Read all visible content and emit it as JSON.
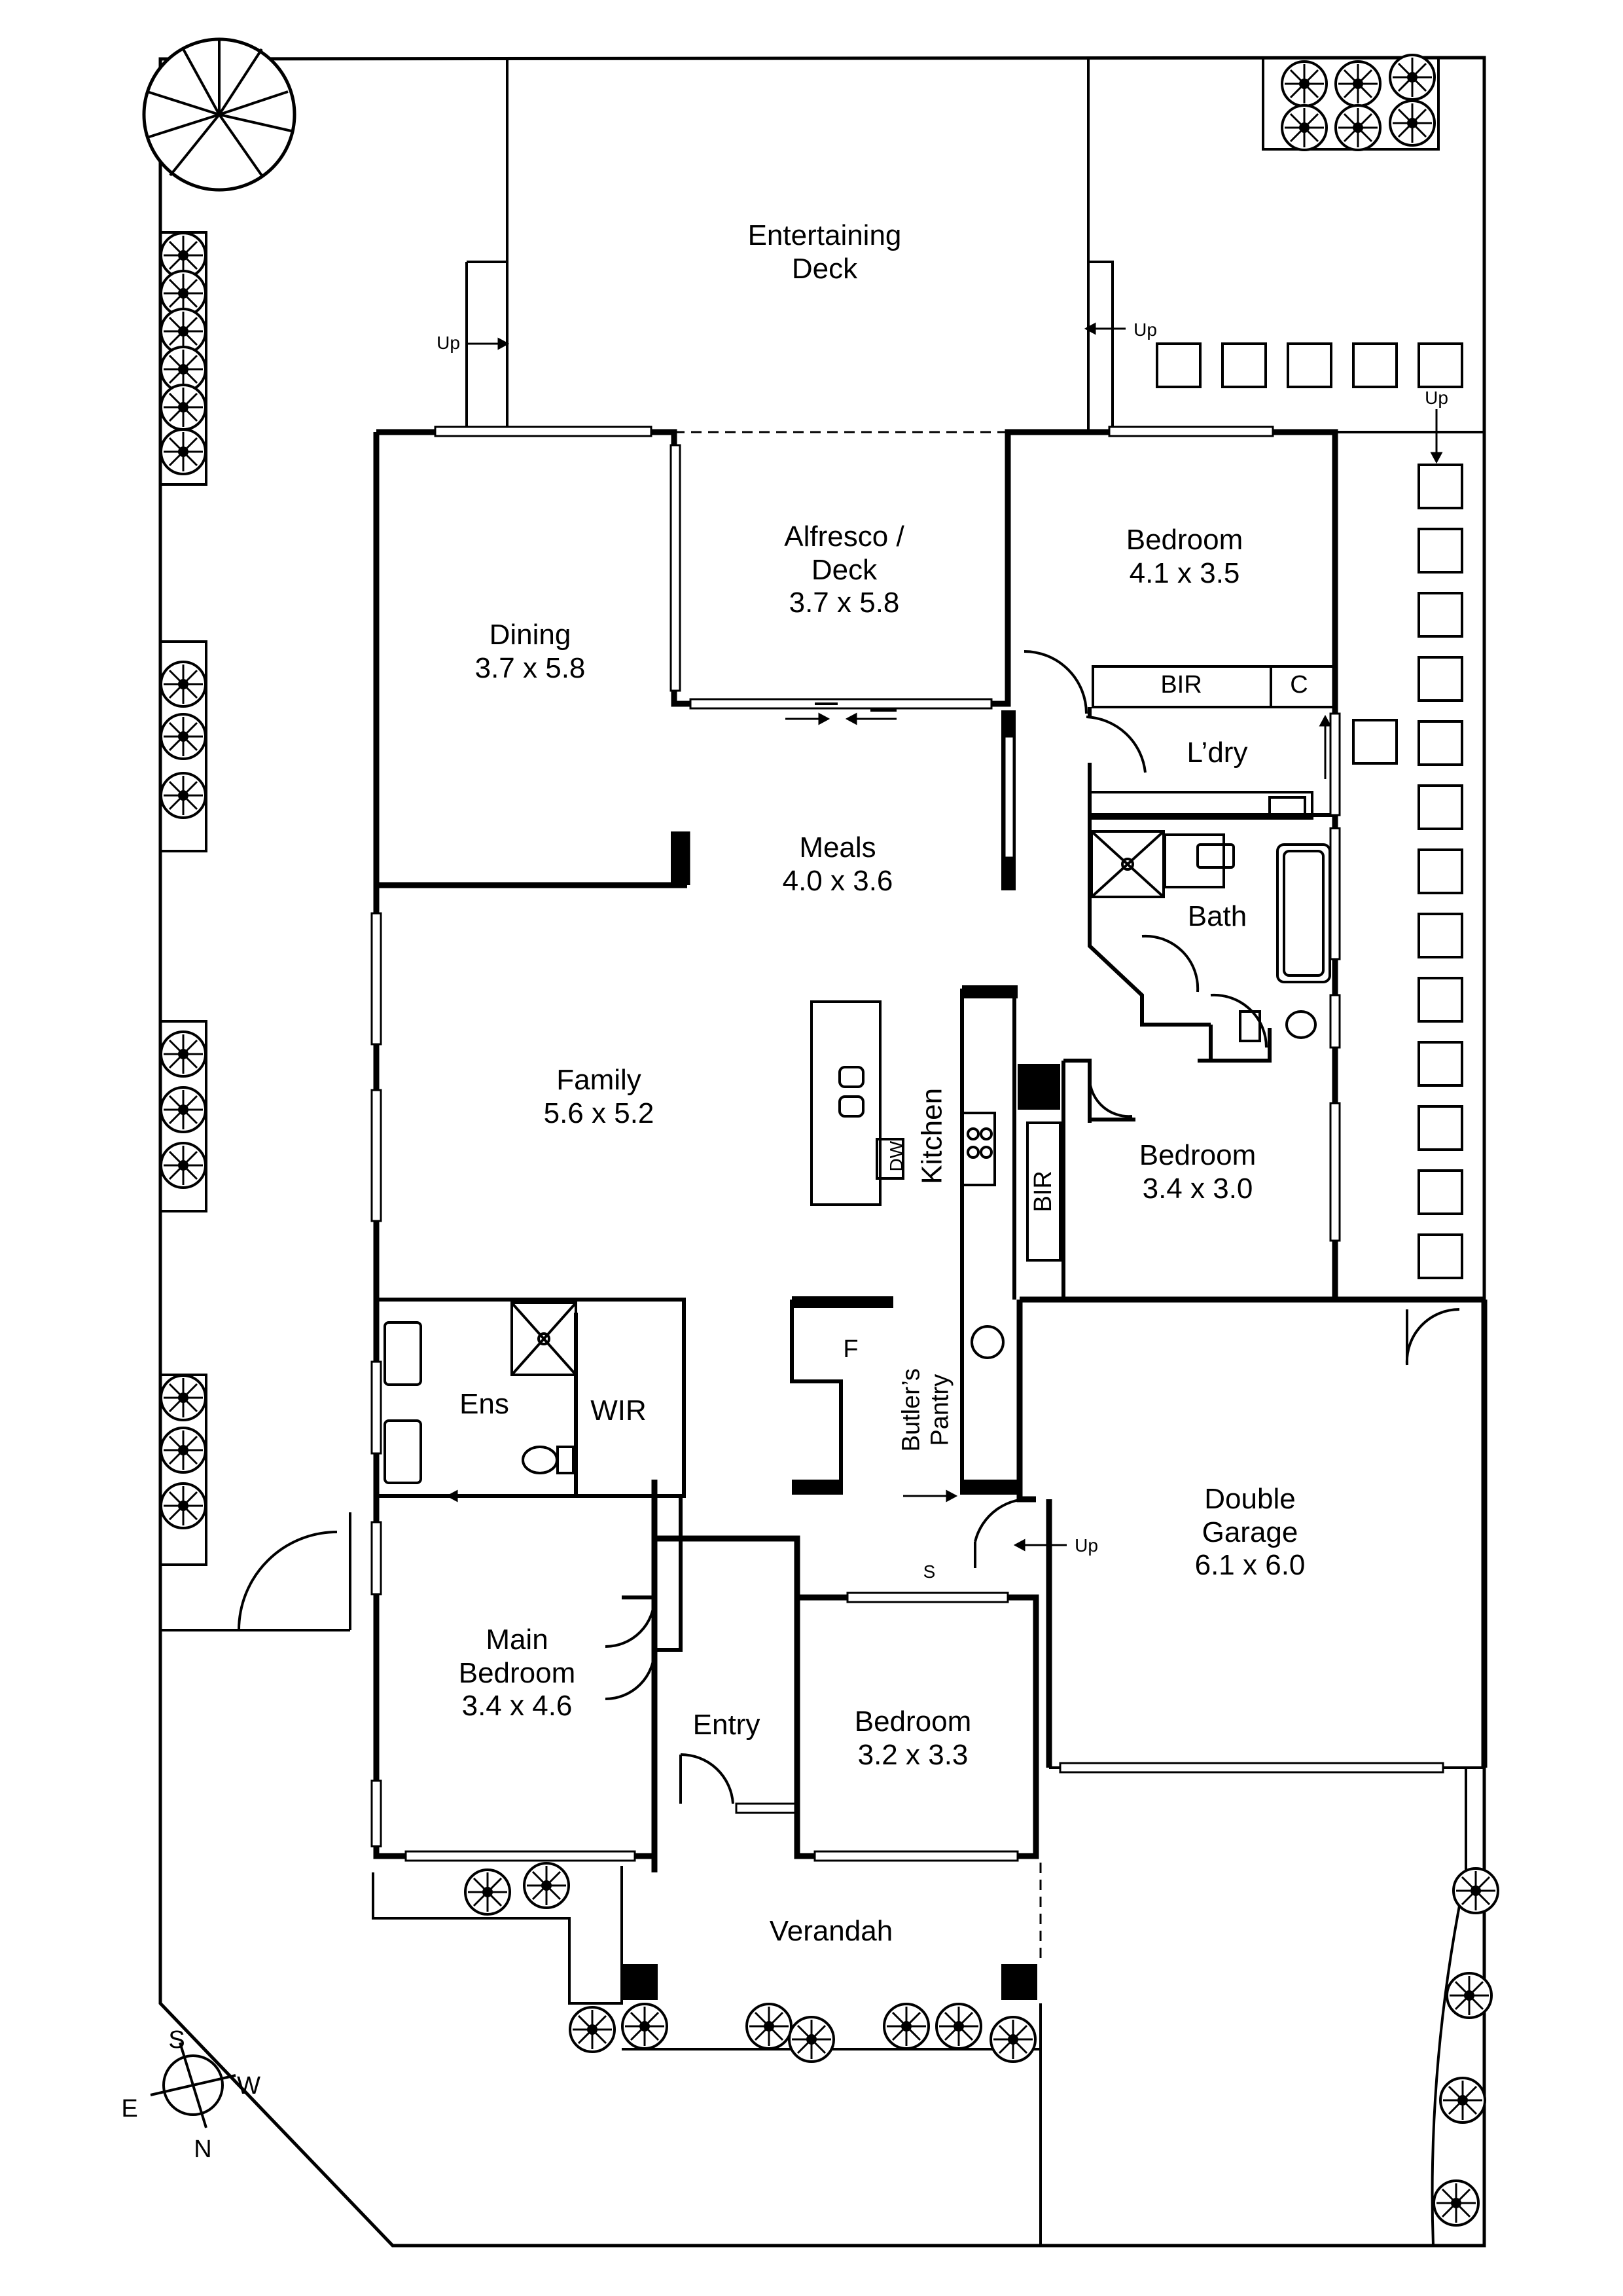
{
  "plan": {
    "rooms": {
      "entertaining_deck": [
        "Entertaining",
        "Deck"
      ],
      "alfresco": [
        "Alfresco /",
        "Deck",
        "3.7 x 5.8"
      ],
      "bedroom_top": [
        "Bedroom",
        "4.1 x 3.5"
      ],
      "dining": [
        "Dining",
        "3.7 x 5.8"
      ],
      "meals": [
        "Meals",
        "4.0 x 3.6"
      ],
      "family": [
        "Family",
        "5.6 x 5.2"
      ],
      "kitchen": "Kitchen",
      "dw": "DW",
      "bir_top": "BIR",
      "c": "C",
      "laundry": "L’dry",
      "bath": "Bath",
      "bedroom_mid": [
        "Bedroom",
        "3.4 x 3.0"
      ],
      "bir_side": "BIR",
      "ens": "Ens",
      "wir": "WIR",
      "f": "F",
      "butlers_pantry": [
        "Butler’s",
        "Pantry"
      ],
      "double_garage": [
        "Double",
        "Garage",
        "6.1 x 6.0"
      ],
      "s": "S",
      "main_bedroom": [
        "Main",
        "Bedroom",
        "3.4 x 4.6"
      ],
      "entry": "Entry",
      "bedroom_front": [
        "Bedroom",
        "3.2 x 3.3"
      ],
      "verandah": "Verandah"
    },
    "up_labels": {
      "left": "Up",
      "right": "Up",
      "path": "Up",
      "garage": "Up"
    },
    "compass": {
      "s": "S",
      "w": "W",
      "e": "E",
      "n": "N"
    }
  }
}
